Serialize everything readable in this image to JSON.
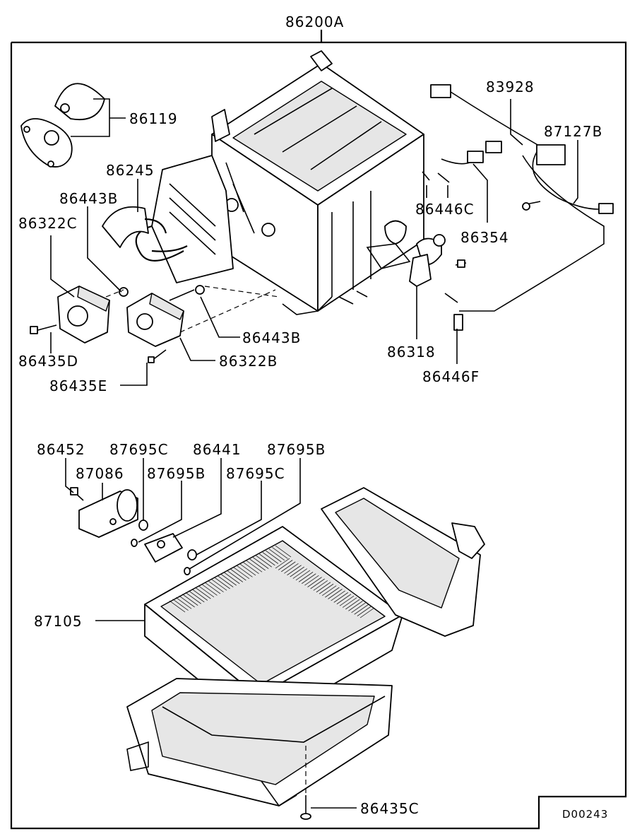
{
  "diagram": {
    "assembly_label": "86200A",
    "drawing_code": "D00243",
    "part_labels": {
      "p86119": "86119",
      "p86245": "86245",
      "p86443B_top": "86443B",
      "p86322C": "86322C",
      "p86435D": "86435D",
      "p86443B_mid": "86443B",
      "p86322B": "86322B",
      "p86435E": "86435E",
      "p83928": "83928",
      "p87127B": "87127B",
      "p86446C": "86446C",
      "p86354": "86354",
      "p86318": "86318",
      "p86446F": "86446F",
      "p86452": "86452",
      "p87695C_a": "87695C",
      "p86441": "86441",
      "p87695B_a": "87695B",
      "p87086": "87086",
      "p87695B_b": "87695B",
      "p87695C_b": "87695C",
      "p87105": "87105",
      "p86435C": "86435C"
    }
  }
}
